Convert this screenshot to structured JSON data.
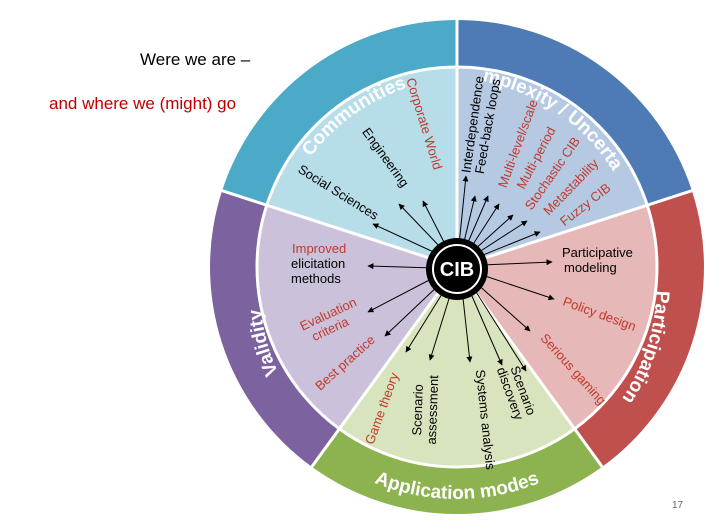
{
  "heading": {
    "line1": "Were we are –",
    "line2": "and where we (might) go"
  },
  "page_number": "17",
  "center_label": "CIB",
  "colors": {
    "communities": "#4aaac8",
    "complexity": "#4e7ab5",
    "participation": "#c0504d",
    "application": "#8db350",
    "validity": "#7d62a0",
    "red_text": "#c0392b"
  },
  "segments": {
    "communities": {
      "title": "Communities",
      "items": [
        "Social Sciences",
        "Engineering",
        "Corporate World"
      ]
    },
    "complexity": {
      "title": "Complexity / Uncertainty",
      "items": [
        "Interdependence",
        "Feed-back loops",
        "Multi-level/scale",
        "Multi-period",
        "Stochastic CIB",
        "Metastability",
        "Fuzzy CIB"
      ]
    },
    "participation": {
      "title": "Participation",
      "items": [
        "Participative",
        "modeling",
        "Policy design",
        "Serious gaming"
      ]
    },
    "application": {
      "title": "Application modes",
      "items": [
        "Game theory",
        "Scenario",
        "assessment",
        "Systems analysis",
        "Scenario",
        "discovery"
      ]
    },
    "validity": {
      "title": "Validity",
      "items": [
        "Improved",
        "elicitation",
        "methods",
        "Evaluation",
        "criteria",
        "Best practice"
      ]
    }
  }
}
